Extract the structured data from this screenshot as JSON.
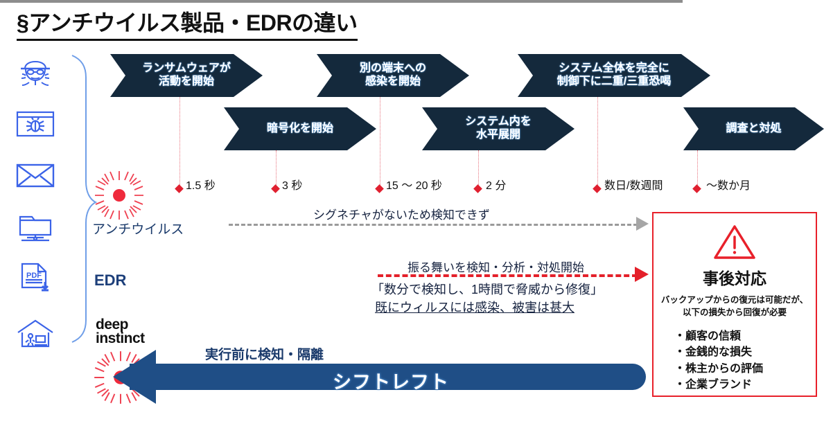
{
  "page": {
    "title": "§アンチウイルス製品・EDRの違い"
  },
  "colors": {
    "arrow_navy": "#14293c",
    "accent_red": "#e4202a",
    "brand_blue": "#1f4e86",
    "icon_blue": "#3b63e8",
    "axis_gray": "#8d8d8d"
  },
  "left_icons": [
    {
      "name": "hacker-icon",
      "label": "hacker"
    },
    {
      "name": "bug-window-icon",
      "label": "malware-browser"
    },
    {
      "name": "email-icon",
      "label": "email"
    },
    {
      "name": "network-folder-icon",
      "label": "shared-folder"
    },
    {
      "name": "pdf-download-icon",
      "label": "pdf-download"
    },
    {
      "name": "work-from-home-icon",
      "label": "remote-work"
    }
  ],
  "attack_stages": {
    "top_row": [
      {
        "id": "stage-ransomware",
        "lines": [
          "ランサムウェアが",
          "活動を開始"
        ]
      },
      {
        "id": "stage-lateral-infection",
        "lines": [
          "別の端末への",
          "感染を開始"
        ]
      },
      {
        "id": "stage-full-control",
        "lines": [
          "システム全体を完全に",
          "制御下に二重/三重恐喝"
        ]
      }
    ],
    "bottom_row": [
      {
        "id": "stage-encryption",
        "lines": [
          "暗号化を開始"
        ]
      },
      {
        "id": "stage-lateral-movement",
        "lines": [
          "システム内を",
          "水平展開"
        ]
      },
      {
        "id": "stage-investigate",
        "lines": [
          "調査と対処"
        ]
      }
    ]
  },
  "timeline": {
    "labels": [
      "1.5 秒",
      "3 秒",
      "15 〜 20 秒",
      "2 分",
      "数日/数週間",
      "〜数か月"
    ]
  },
  "rows": {
    "antivirus": {
      "label": "アンチウイルス",
      "note": "シグネチャがないため検知できず"
    },
    "edr": {
      "label": "EDR",
      "note": "振る舞いを検知・分析・対処開始",
      "detail_quote": "「数分で検知し、1時間で脅威から修復」",
      "detail_underline": "既にウィルスには感染、被害は甚大"
    },
    "deep_instinct": {
      "logo_line1": "deep",
      "logo_line2": "instinct",
      "caption": "実行前に検知・隔離",
      "bar_label": "シフトレフト"
    }
  },
  "alert_box": {
    "icon": "warning-triangle-icon",
    "title": "事後対応",
    "subtitle_line1": "バックアップからの復元は可能だが、",
    "subtitle_line2": "以下の損失から回復が必要",
    "items": [
      "顧客の信頼",
      "金銭的な損失",
      "株主からの評価",
      "企業ブランド"
    ]
  }
}
